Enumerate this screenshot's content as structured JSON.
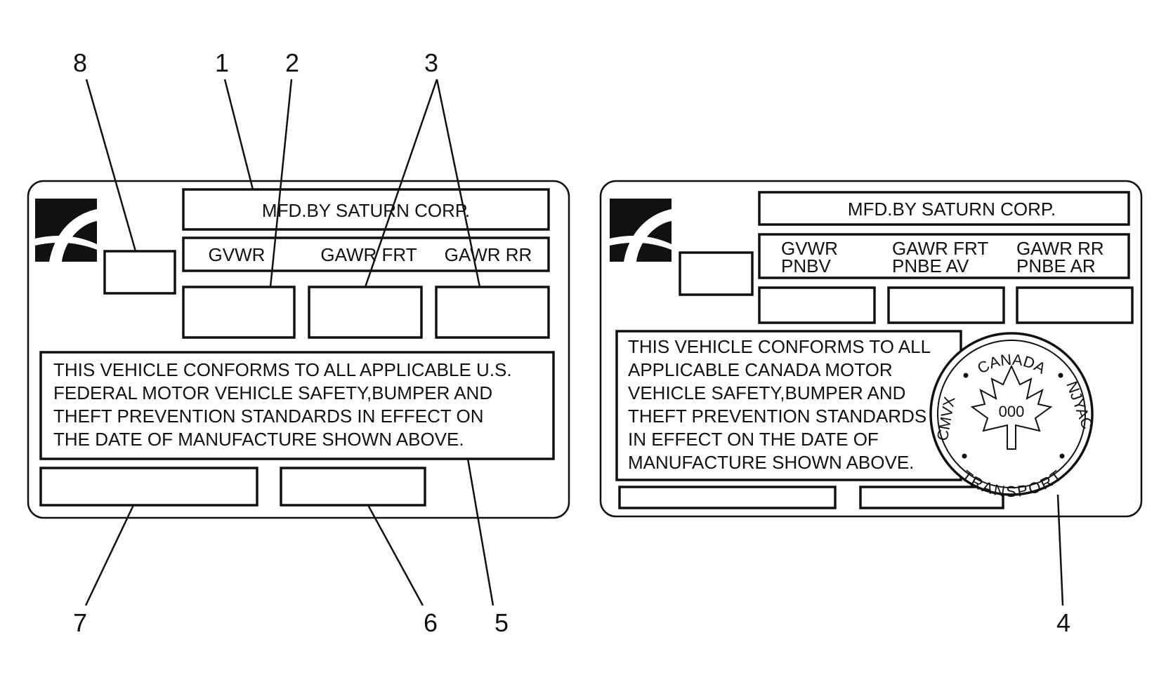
{
  "callouts": {
    "c1": "1",
    "c2": "2",
    "c3": "3",
    "c4": "4",
    "c5": "5",
    "c6": "6",
    "c7": "7",
    "c8": "8"
  },
  "us_label": {
    "manufacturer": "MFD.BY SATURN CORP.",
    "gvwr": "GVWR",
    "gawr_frt": "GAWR FRT",
    "gawr_rr": "GAWR RR",
    "statement_lines": [
      "THIS VEHICLE CONFORMS TO ALL APPLICABLE U.S.",
      "FEDERAL MOTOR VEHICLE SAFETY,BUMPER AND",
      "THEFT PREVENTION STANDARDS IN EFFECT ON",
      "THE DATE OF MANUFACTURE SHOWN ABOVE."
    ]
  },
  "canada_label": {
    "manufacturer": "MFD.BY SATURN CORP.",
    "gvwr": "GVWR",
    "pnbv": "PNBV",
    "gawr_frt": "GAWR FRT",
    "pnbe_av": "PNBE AV",
    "gawr_rr": "GAWR RR",
    "pnbe_ar": "PNBE AR",
    "statement_lines": [
      "THIS VEHICLE CONFORMS TO ALL",
      "APPLICABLE CANADA MOTOR",
      "VEHICLE SAFETY,BUMPER AND",
      "THEFT PREVENTION STANDARDS",
      "IN EFFECT ON THE DATE OF",
      "MANUFACTURE SHOWN ABOVE."
    ],
    "seal": {
      "top": "CANADA",
      "bottom": "TRANSPORT",
      "left": "CMVX",
      "right": "NJYAC",
      "number": "000"
    }
  },
  "icons": {
    "logo": "saturn-logo-icon",
    "seal": "canada-transport-seal-icon",
    "maple_leaf": "maple-leaf-icon"
  }
}
